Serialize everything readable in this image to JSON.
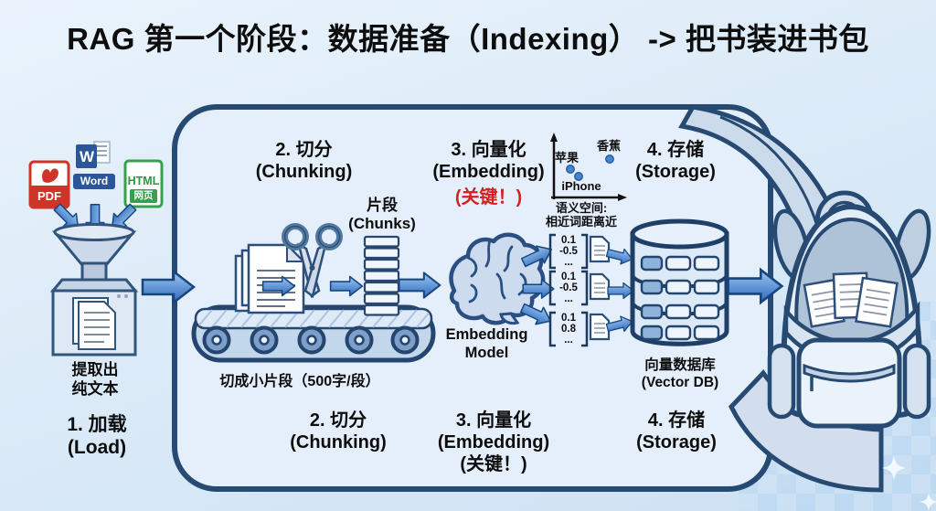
{
  "title": "RAG 第一个阶段：数据准备（Indexing） -> 把书装进书包",
  "colors": {
    "panel_border": "#274a72",
    "arrow_blue": "#2e6bbd",
    "key_red": "#d42020",
    "pdf_red": "#cf3428",
    "word_blue": "#2b579a",
    "html_green": "#35a14d"
  },
  "sources": {
    "pdf": "PDF",
    "word_letter": "W",
    "word": "Word",
    "html": "HTML",
    "html_sub": "网页"
  },
  "steps": {
    "load": {
      "note": "提取出\n纯文本",
      "title": "1. 加载\n(Load)"
    },
    "chunking": {
      "top": "2. 切分\n(Chunking)",
      "chunks": "片段\n(Chunks)",
      "note": "切成小片段（500字/段）",
      "bottom": "2. 切分\n(Chunking)"
    },
    "embedding": {
      "top": "3. 向量化\n(Embedding)",
      "key": "(关键！)",
      "model": "Embedding\nModel",
      "bottom": "3. 向量化\n(Embedding)\n(关键！)"
    },
    "storage": {
      "top": "4. 存储\n(Storage)",
      "db": "向量数据库\n(Vector DB)",
      "bottom": "4. 存储\n(Storage)"
    }
  },
  "scatter": {
    "apple": "苹果",
    "banana": "香蕉",
    "iphone": "iPhone",
    "caption": "语义空间:\n相近词距离近"
  },
  "vectors": [
    {
      "text": "0.1\n-0.5\n..."
    },
    {
      "text": "0.1\n-0.5\n..."
    },
    {
      "text": "0.1\n0.8\n..."
    }
  ]
}
